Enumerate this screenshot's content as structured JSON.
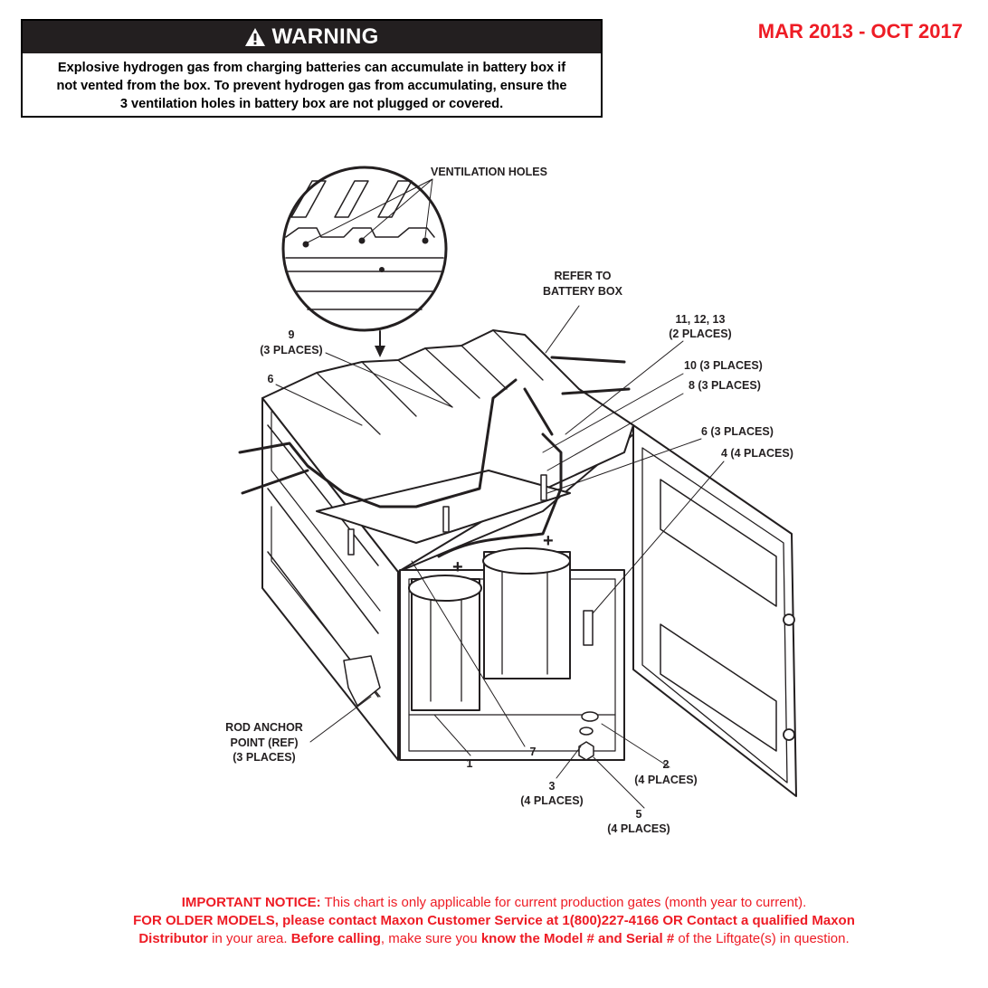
{
  "warning": {
    "title": "WARNING",
    "lines": [
      "Explosive hydrogen gas from charging batteries can accumulate in battery box if",
      "not vented from the box. To prevent hydrogen gas from accumulating, ensure the",
      "3 ventilation holes in battery box are not plugged or covered."
    ]
  },
  "date_range": "MAR 2013 - OCT 2017",
  "callouts": {
    "ventilation_holes": "VENTILATION HOLES",
    "refer_to_1": "REFER TO",
    "refer_to_2": "BATTERY BOX",
    "c9": "9",
    "c9_places": "(3 PLACES)",
    "c6": "6",
    "c11_12_13": "11, 12, 13",
    "c11_places": "(2 PLACES)",
    "c10": "10 (3 PLACES)",
    "c8": "8 (3 PLACES)",
    "c6b": "6 (3 PLACES)",
    "c4": "4 (4 PLACES)",
    "rod_anchor_1": "ROD ANCHOR",
    "rod_anchor_2": "POINT (REF)",
    "rod_anchor_3": "(3 PLACES)",
    "c1": "1",
    "c7": "7",
    "c2": "2",
    "c2_places": "(4 PLACES)",
    "c3": "3",
    "c3_places": "(4 PLACES)",
    "c5": "5",
    "c5_places": "(4 PLACES)",
    "plus_sign": "+"
  },
  "notice": {
    "l1_bold": "IMPORTANT NOTICE:",
    "l1_rest": " This chart is only applicable for current production gates (month year to current).",
    "l2": "FOR OLDER MODELS, please contact Maxon Customer Service at 1(800)227-4166 OR Contact a qualified Maxon",
    "l3_a": "Distributor",
    "l3_b": " in your area. ",
    "l3_c": "Before calling",
    "l3_d": ", make sure you ",
    "l3_e": "know the Model # and Serial #",
    "l3_f": " of the Liftgate(s) in question."
  },
  "colors": {
    "warning_header": "#231f20",
    "accent_red": "#ee1c25",
    "line": "#231f20",
    "panel_gray": "#e6e7e8"
  }
}
